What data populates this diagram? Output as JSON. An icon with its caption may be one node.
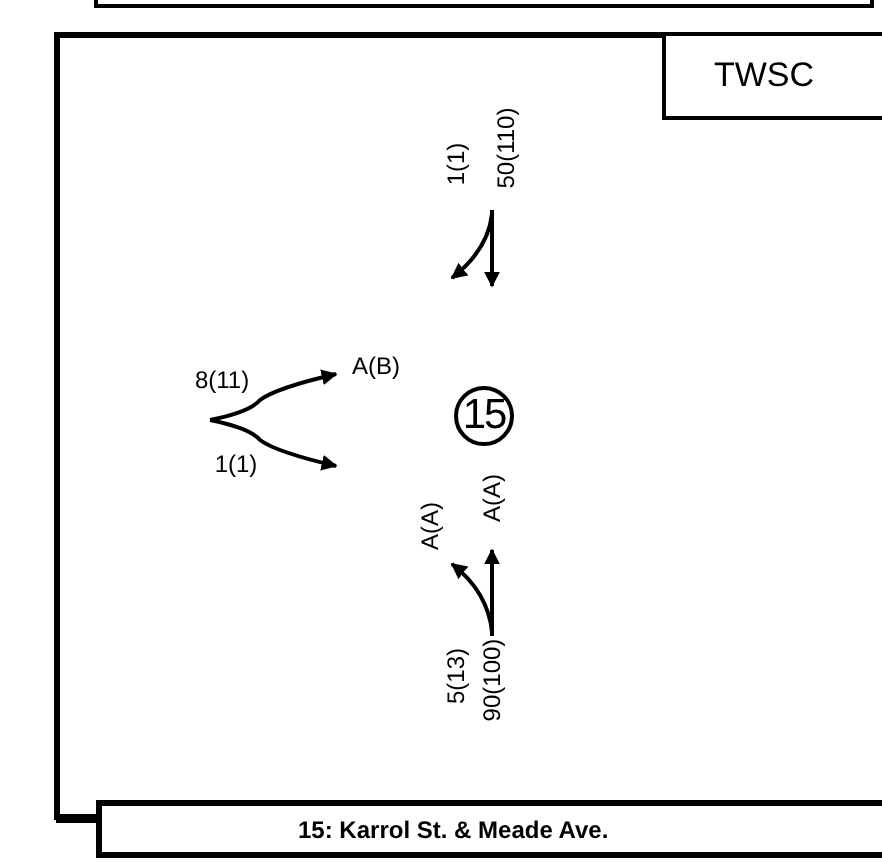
{
  "diagram": {
    "nodes": [
      {
        "text": [
          "TWSC"
        ]
      },
      {
        "text": [
          "15"
        ]
      },
      {
        "text": [
          "15: Karrol St. & Meade Ave."
        ]
      }
    ],
    "edges": [],
    "labels": [
      "1(1)",
      "50(110)",
      "8(11)",
      "A(B)",
      "1(1)",
      "A(A)",
      "A(A)",
      "5(13)",
      "90(100)"
    ]
  }
}
